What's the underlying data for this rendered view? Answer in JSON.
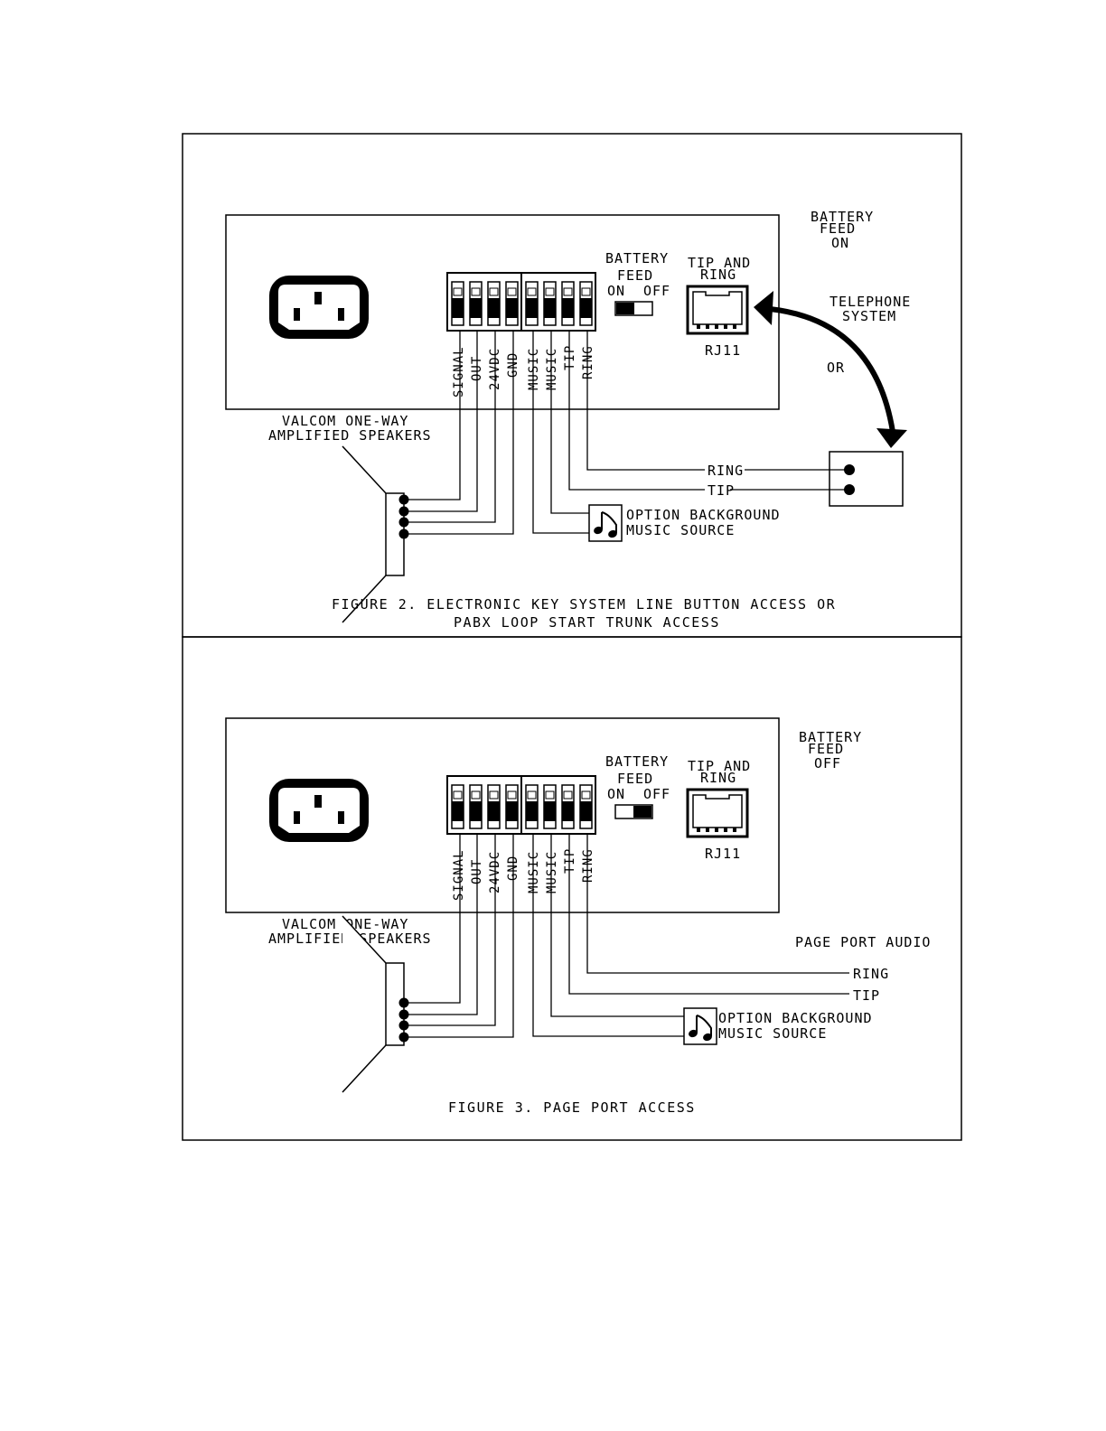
{
  "terminal_labels": [
    "SIGNAL",
    "OUT",
    "24VDC",
    "GND",
    "MUSIC",
    "MUSIC",
    "TIP",
    "RING"
  ],
  "figure2": {
    "battery_feed_title": [
      "BATTERY",
      "FEED"
    ],
    "on_label": "ON",
    "off_label": "OFF",
    "tip_and_ring": [
      "TIP AND",
      "RING"
    ],
    "jack_label": "RJ11",
    "battery_state": [
      "BATTERY",
      "FEED",
      "ON"
    ],
    "telephone_system": [
      "TELEPHONE",
      "SYSTEM"
    ],
    "or_label": "OR",
    "speaker_label": [
      "VALCOM ONE-WAY",
      "AMPLIFIED SPEAKERS"
    ],
    "ring_label": "RING",
    "tip_label": "TIP",
    "music_source": [
      "OPTION BACKGROUND",
      "MUSIC SOURCE"
    ],
    "caption": [
      "FIGURE 2. ELECTRONIC KEY SYSTEM LINE BUTTON ACCESS OR",
      "PABX LOOP START TRUNK ACCESS"
    ]
  },
  "figure3": {
    "battery_feed_title": [
      "BATTERY",
      "FEED"
    ],
    "on_label": "ON",
    "off_label": "OFF",
    "tip_and_ring": [
      "TIP AND",
      "RING"
    ],
    "jack_label": "RJ11",
    "battery_state": [
      "BATTERY",
      "FEED",
      "OFF"
    ],
    "page_port_audio": "PAGE PORT AUDIO",
    "speaker_label": [
      "VALCOM ONE-WAY",
      "AMPLIFIED SPEAKERS"
    ],
    "ring_label": "RING",
    "tip_label": "TIP",
    "music_source": [
      "OPTION BACKGROUND",
      "MUSIC SOURCE"
    ],
    "caption": [
      "FIGURE 3. PAGE PORT ACCESS"
    ]
  }
}
